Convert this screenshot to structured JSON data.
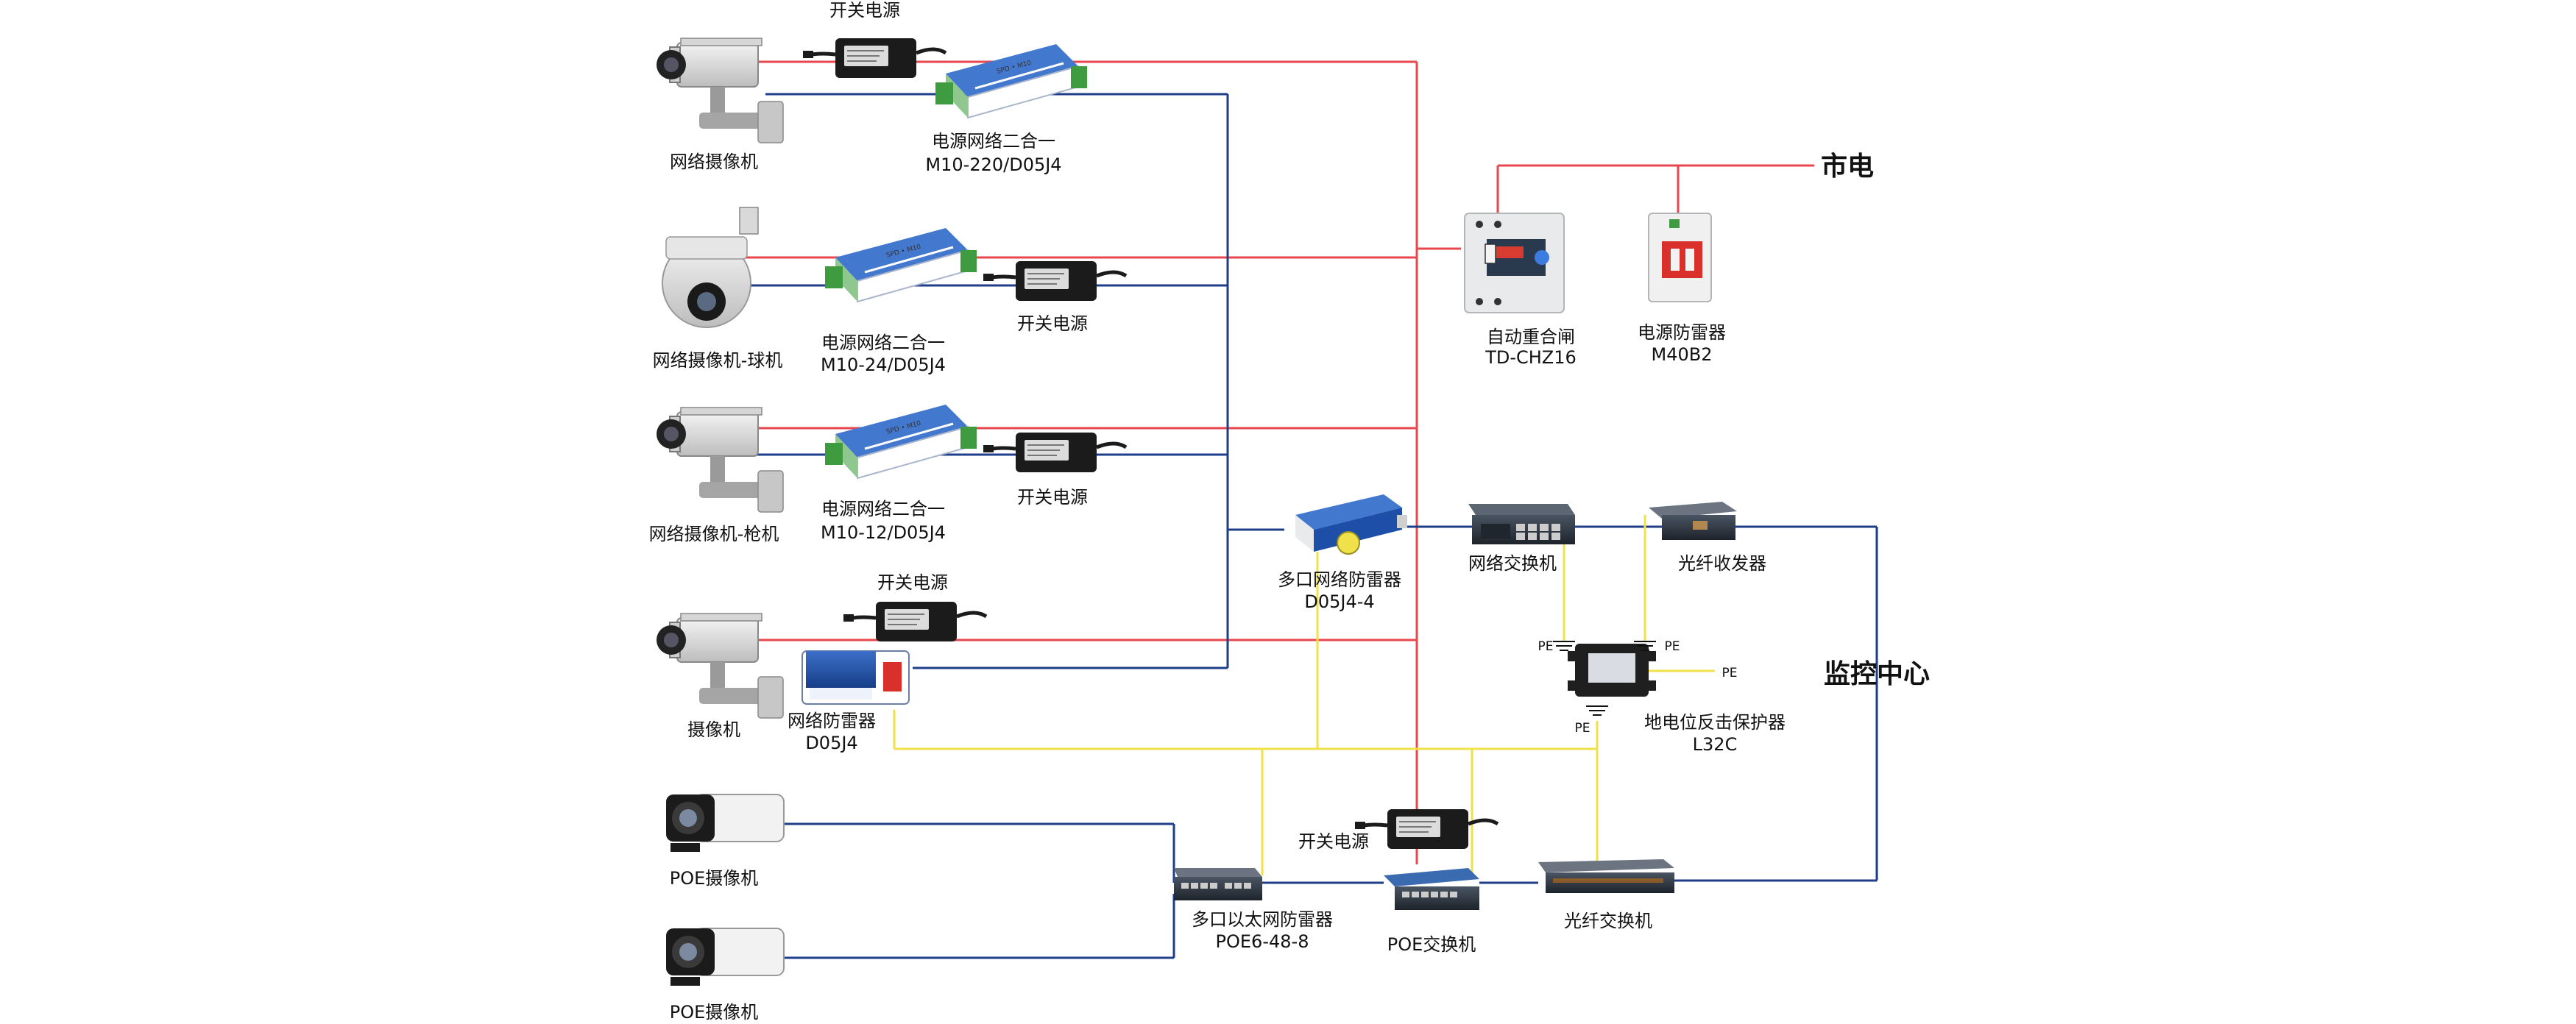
{
  "labels": {
    "switch_power_1": "开关电源",
    "camera_1": "网络摄像机",
    "combo_1_name": "电源网络二合一",
    "combo_1_model": "M10-220/D05J4",
    "city_power": "市电",
    "dome_camera": "网络摄像机-球机",
    "combo_2_name": "电源网络二合一",
    "combo_2_model": "M10-24/D05J4",
    "switch_power_2": "开关电源",
    "recloser_name": "自动重合闸",
    "recloser_model": "TD-CHZ16",
    "power_spd_name": "电源防雷器",
    "power_spd_model": "M40B2",
    "bullet_camera": "网络摄像机-枪机",
    "combo_3_name": "电源网络二合一",
    "combo_3_model": "M10-12/D05J4",
    "switch_power_3": "开关电源",
    "multi_spd_name": "多口网络防雷器",
    "multi_spd_model": "D05J4-4",
    "network_switch": "网络交换机",
    "fiber_transceiver": "光纤收发器",
    "monitor_center": "监控中心",
    "switch_power_4": "开关电源",
    "camera_4": "摄像机",
    "net_spd_name": "网络防雷器",
    "net_spd_model": "D05J4",
    "ground_protector_name": "地电位反击保护器",
    "ground_protector_model": "L32C",
    "switch_power_5": "开关电源",
    "poe_camera_1": "POE摄像机",
    "poe_camera_2": "POE摄像机",
    "eth_spd_name": "多口以太网防雷器",
    "eth_spd_model": "POE6-48-8",
    "poe_switch": "POE交换机",
    "fiber_switch": "光纤交换机",
    "pe": "PE"
  },
  "colors": {
    "power_line": "#e8474f",
    "network_line": "#1f3e8a",
    "ground_line": "#f0e04a",
    "spd_blue": "#1d4fa8",
    "spd_green": "#3f9b3f",
    "spd_red": "#d9302c"
  },
  "icons": {
    "camera": "box-camera-icon",
    "dome": "dome-camera-icon",
    "psu": "power-adapter-icon",
    "spd": "surge-protector-icon",
    "switch": "network-switch-icon"
  }
}
